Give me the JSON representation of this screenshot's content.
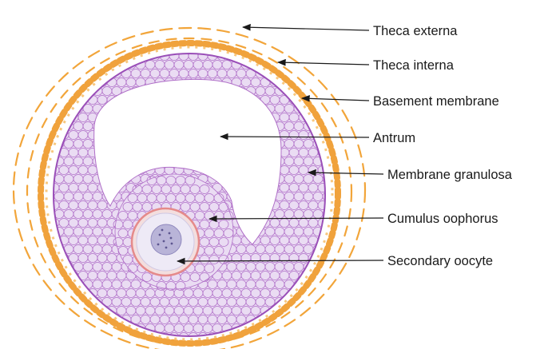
{
  "labels": {
    "theca_externa": "Theca externa",
    "theca_interna": "Theca interna",
    "basement_membrane": "Basement membrane",
    "antrum": "Antrum",
    "membrane_granulosa": "Membrane granulosa",
    "cumulus_oophorus": "Cumulus oophorus",
    "secondary_oocyte": "Secondary oocyte"
  },
  "colors": {
    "theca_externa": "#f2a53a",
    "theca_interna": "#f0a23c",
    "granulosa_fill": "#eadcf3",
    "granulosa_stroke": "#b070c8",
    "basement_membrane": "#9a4fb8",
    "oocyte_zona": "#e58a8a",
    "oocyte_cytoplasm": "#eeeaf6",
    "nucleus": "#b9b4d8",
    "leader": "#1a1a1a"
  }
}
